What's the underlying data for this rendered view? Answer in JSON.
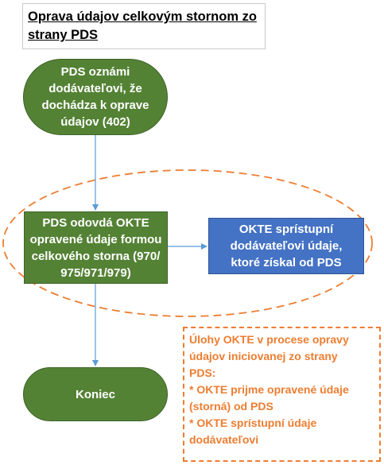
{
  "title": "Oprava údajov celkovým stornom zo strany PDS",
  "nodes": {
    "start": "PDS oznámi dodávateľovi, že dochádza k oprave údajov (402)",
    "process": "PDS odovdá OKTE opravené údaje formou celkového storna (970/ 975/971/979)",
    "okte": "OKTE sprístupní dodávateľovi údaje, ktoré získal od PDS",
    "end": "Koniec"
  },
  "note": {
    "lines": [
      "Úlohy OKTE v procese opravy",
      "údajov iniciovanej zo strany",
      "PDS:",
      "* OKTE prijme opravené údaje",
      "(storná) od PDS",
      "* OKTE sprístupní údaje",
      "dodávateľovi"
    ]
  },
  "colors": {
    "green": "#548235",
    "blue": "#4472c4",
    "orange": "#ed7d31",
    "arrow": "#5b9bd5"
  }
}
